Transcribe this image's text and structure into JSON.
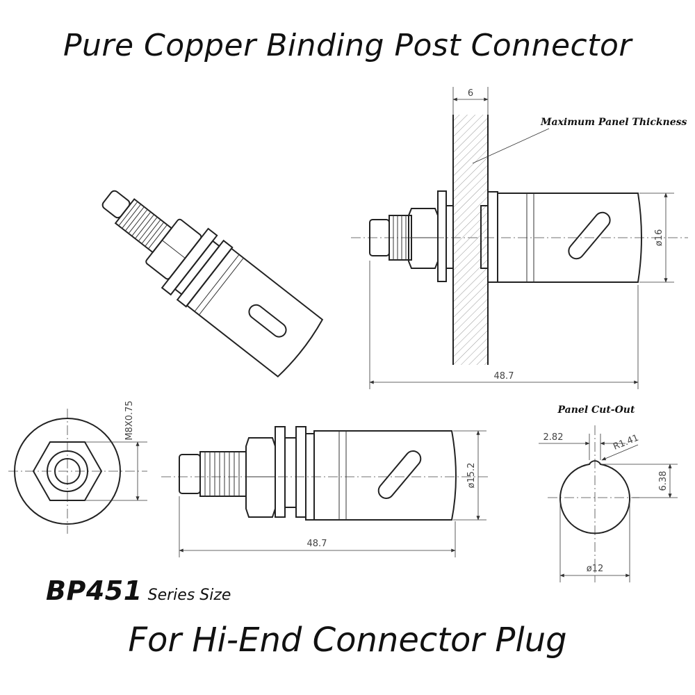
{
  "title": "Pure Copper Binding Post Connector",
  "subtitle": "For Hi-End Connector Plug",
  "series": {
    "code": "BP451",
    "text": "Series Size"
  },
  "labels": {
    "panel_thickness": "Maximum Panel Thickness",
    "panel_cutout": "Panel Cut-Out"
  },
  "dimensions": {
    "panel_thickness": "6",
    "top_length": "48.7",
    "top_diameter": "ø16",
    "thread": "M8X0.75",
    "front_length": "48.7",
    "front_diameter": "ø15.2",
    "cut_width": "2.82",
    "cut_radius": "R1.41",
    "cut_height": "6.38",
    "cut_diameter": "ø12"
  }
}
